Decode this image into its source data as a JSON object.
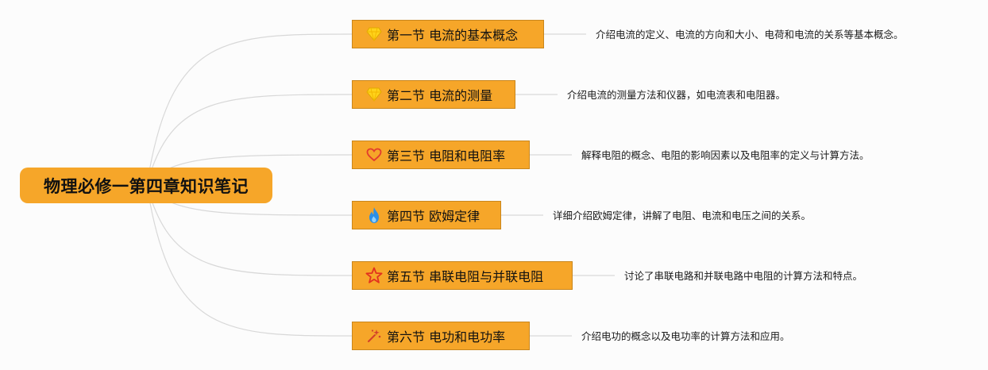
{
  "root": {
    "title": "物理必修一第四章知识笔记"
  },
  "sections": [
    {
      "title": "第一节 电流的基本概念",
      "icon": "diamond-icon",
      "description": "介绍电流的定义、电流的方向和大小、电荷和电流的关系等基本概念。"
    },
    {
      "title": "第二节 电流的测量",
      "icon": "diamond-icon",
      "description": "介绍电流的测量方法和仪器，如电流表和电阻器。"
    },
    {
      "title": "第三节 电阻和电阻率",
      "icon": "heart-icon",
      "description": "解释电阻的概念、电阻的影响因素以及电阻率的定义与计算方法。"
    },
    {
      "title": "第四节 欧姆定律",
      "icon": "flame-icon",
      "description": "详细介绍欧姆定律，讲解了电阻、电流和电压之间的关系。"
    },
    {
      "title": "第五节 串联电阻与并联电阻",
      "icon": "star-icon",
      "description": "讨论了串联电路和并联电路中电阻的计算方法和特点。"
    },
    {
      "title": "第六节 电功和电功率",
      "icon": "sparkle-wand-icon",
      "description": "介绍电功的概念以及电功率的计算方法和应用。"
    }
  ],
  "colors": {
    "node_fill": "#f6a629",
    "link_stroke": "#d8d8d8"
  }
}
